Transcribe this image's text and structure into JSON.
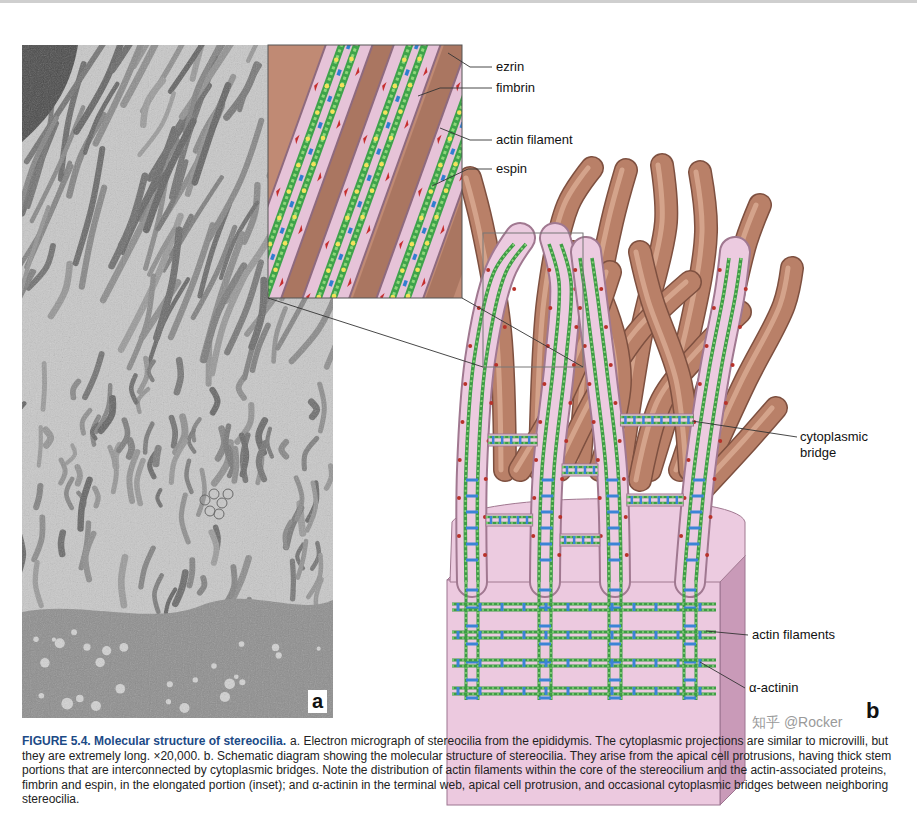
{
  "diagram": {
    "title": "FIGURE 5.4. Molecular structure of stereocilia.",
    "caption": "a. Electron micrograph of stereocilia from the epididymis. The cytoplasmic projections are similar to microvilli, but they are extremely long. ×20,000. b. Schematic diagram showing the molecular structure of stereocilia. They arise from the apical cell protrusions, having thick stem portions that are interconnected by cytoplasmic bridges. Note the distribution of actin filaments within the core of the stereocilium and the actin-associated proteins, fimbrin and espin, in the elongated portion (inset); and α-actinin in the terminal web, apical cell protrusion, and occasional cytoplasmic bridges between neighboring stereocilia.",
    "labels": [
      "ezrin",
      "fimbrin",
      "actin filament",
      "espin",
      "cytoplasmic bridge",
      "actin filaments",
      "α-actinin",
      "a",
      "b",
      "知乎 @Rocker"
    ]
  }
}
